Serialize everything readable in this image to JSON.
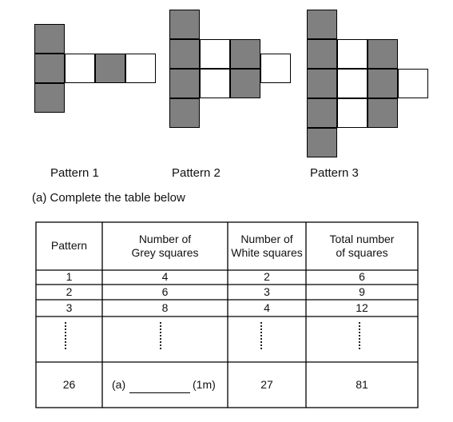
{
  "patterns": [
    {
      "label": "Pattern 1"
    },
    {
      "label": "Pattern 2"
    },
    {
      "label": "Pattern 3"
    }
  ],
  "question": "(a)  Complete the table below",
  "table": {
    "headers": [
      "Pattern",
      "Number of\nGrey squares",
      "Number of\nWhite squares",
      "Total number\nof squares"
    ],
    "rows": [
      [
        "1",
        "4",
        "2",
        "6"
      ],
      [
        "2",
        "6",
        "3",
        "9"
      ],
      [
        "3",
        "8",
        "4",
        "12"
      ]
    ],
    "last_row": {
      "pattern": "26",
      "answer_prefix": "(a)",
      "marks": "(1m)",
      "white": "27",
      "total": "81"
    }
  },
  "colors": {
    "grey": "#808080",
    "white": "#ffffff",
    "border": "#000000"
  }
}
